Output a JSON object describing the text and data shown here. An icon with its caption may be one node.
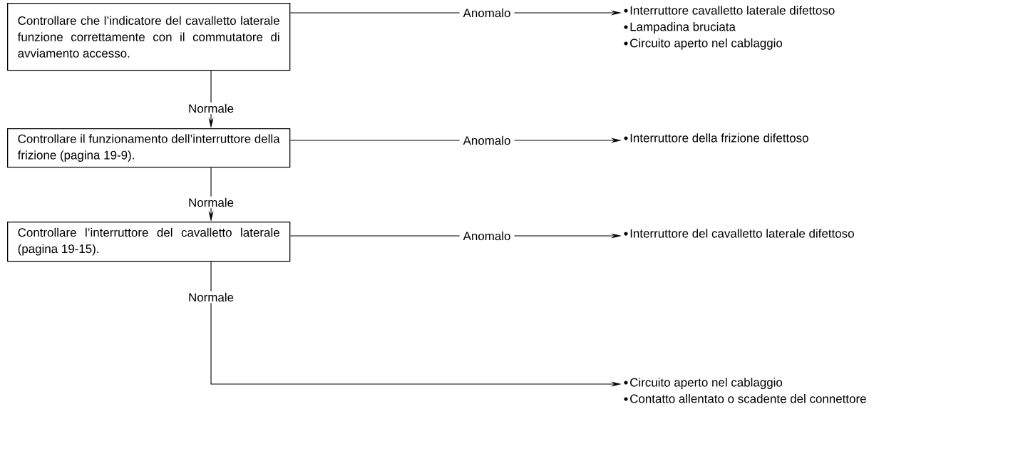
{
  "diagram": {
    "nodes": [
      {
        "text": [
          "Controllare che l’indicatore del cavalletto laterale funzione correttamente con il commutatore di avviamento accesso."
        ]
      },
      {
        "text": [
          "Interruttore cavalletto laterale difettoso",
          "Lampadina bruciata",
          "Circuito aperto nel cablaggio"
        ]
      },
      {
        "text": [
          "Controllare il funzionamento dell’interruttore della frizione (pagina 19-9)."
        ]
      },
      {
        "text": [
          "Interruttore della frizione difettoso"
        ]
      },
      {
        "text": [
          "Controllare l’interruttore del cavalletto laterale (pagina 19-15)."
        ]
      },
      {
        "text": [
          "Interruttore del cavalletto laterale difettoso"
        ]
      },
      {
        "text": [
          "Circuito aperto nel cablaggio",
          "Contatto allentato o scadente del connettore"
        ]
      }
    ],
    "edges": [
      {
        "from": 0,
        "to": 1,
        "arrow": "to",
        "label": "Anomalo"
      },
      {
        "from": 0,
        "to": 2,
        "arrow": "to",
        "label": "Normale"
      },
      {
        "from": 2,
        "to": 3,
        "arrow": "to",
        "label": "Anomalo"
      },
      {
        "from": 2,
        "to": 4,
        "arrow": "to",
        "label": "Normale"
      },
      {
        "from": 4,
        "to": 5,
        "arrow": "to",
        "label": "Anomalo"
      },
      {
        "from": 4,
        "to": 6,
        "arrow": "to",
        "label": "Normale"
      }
    ]
  }
}
